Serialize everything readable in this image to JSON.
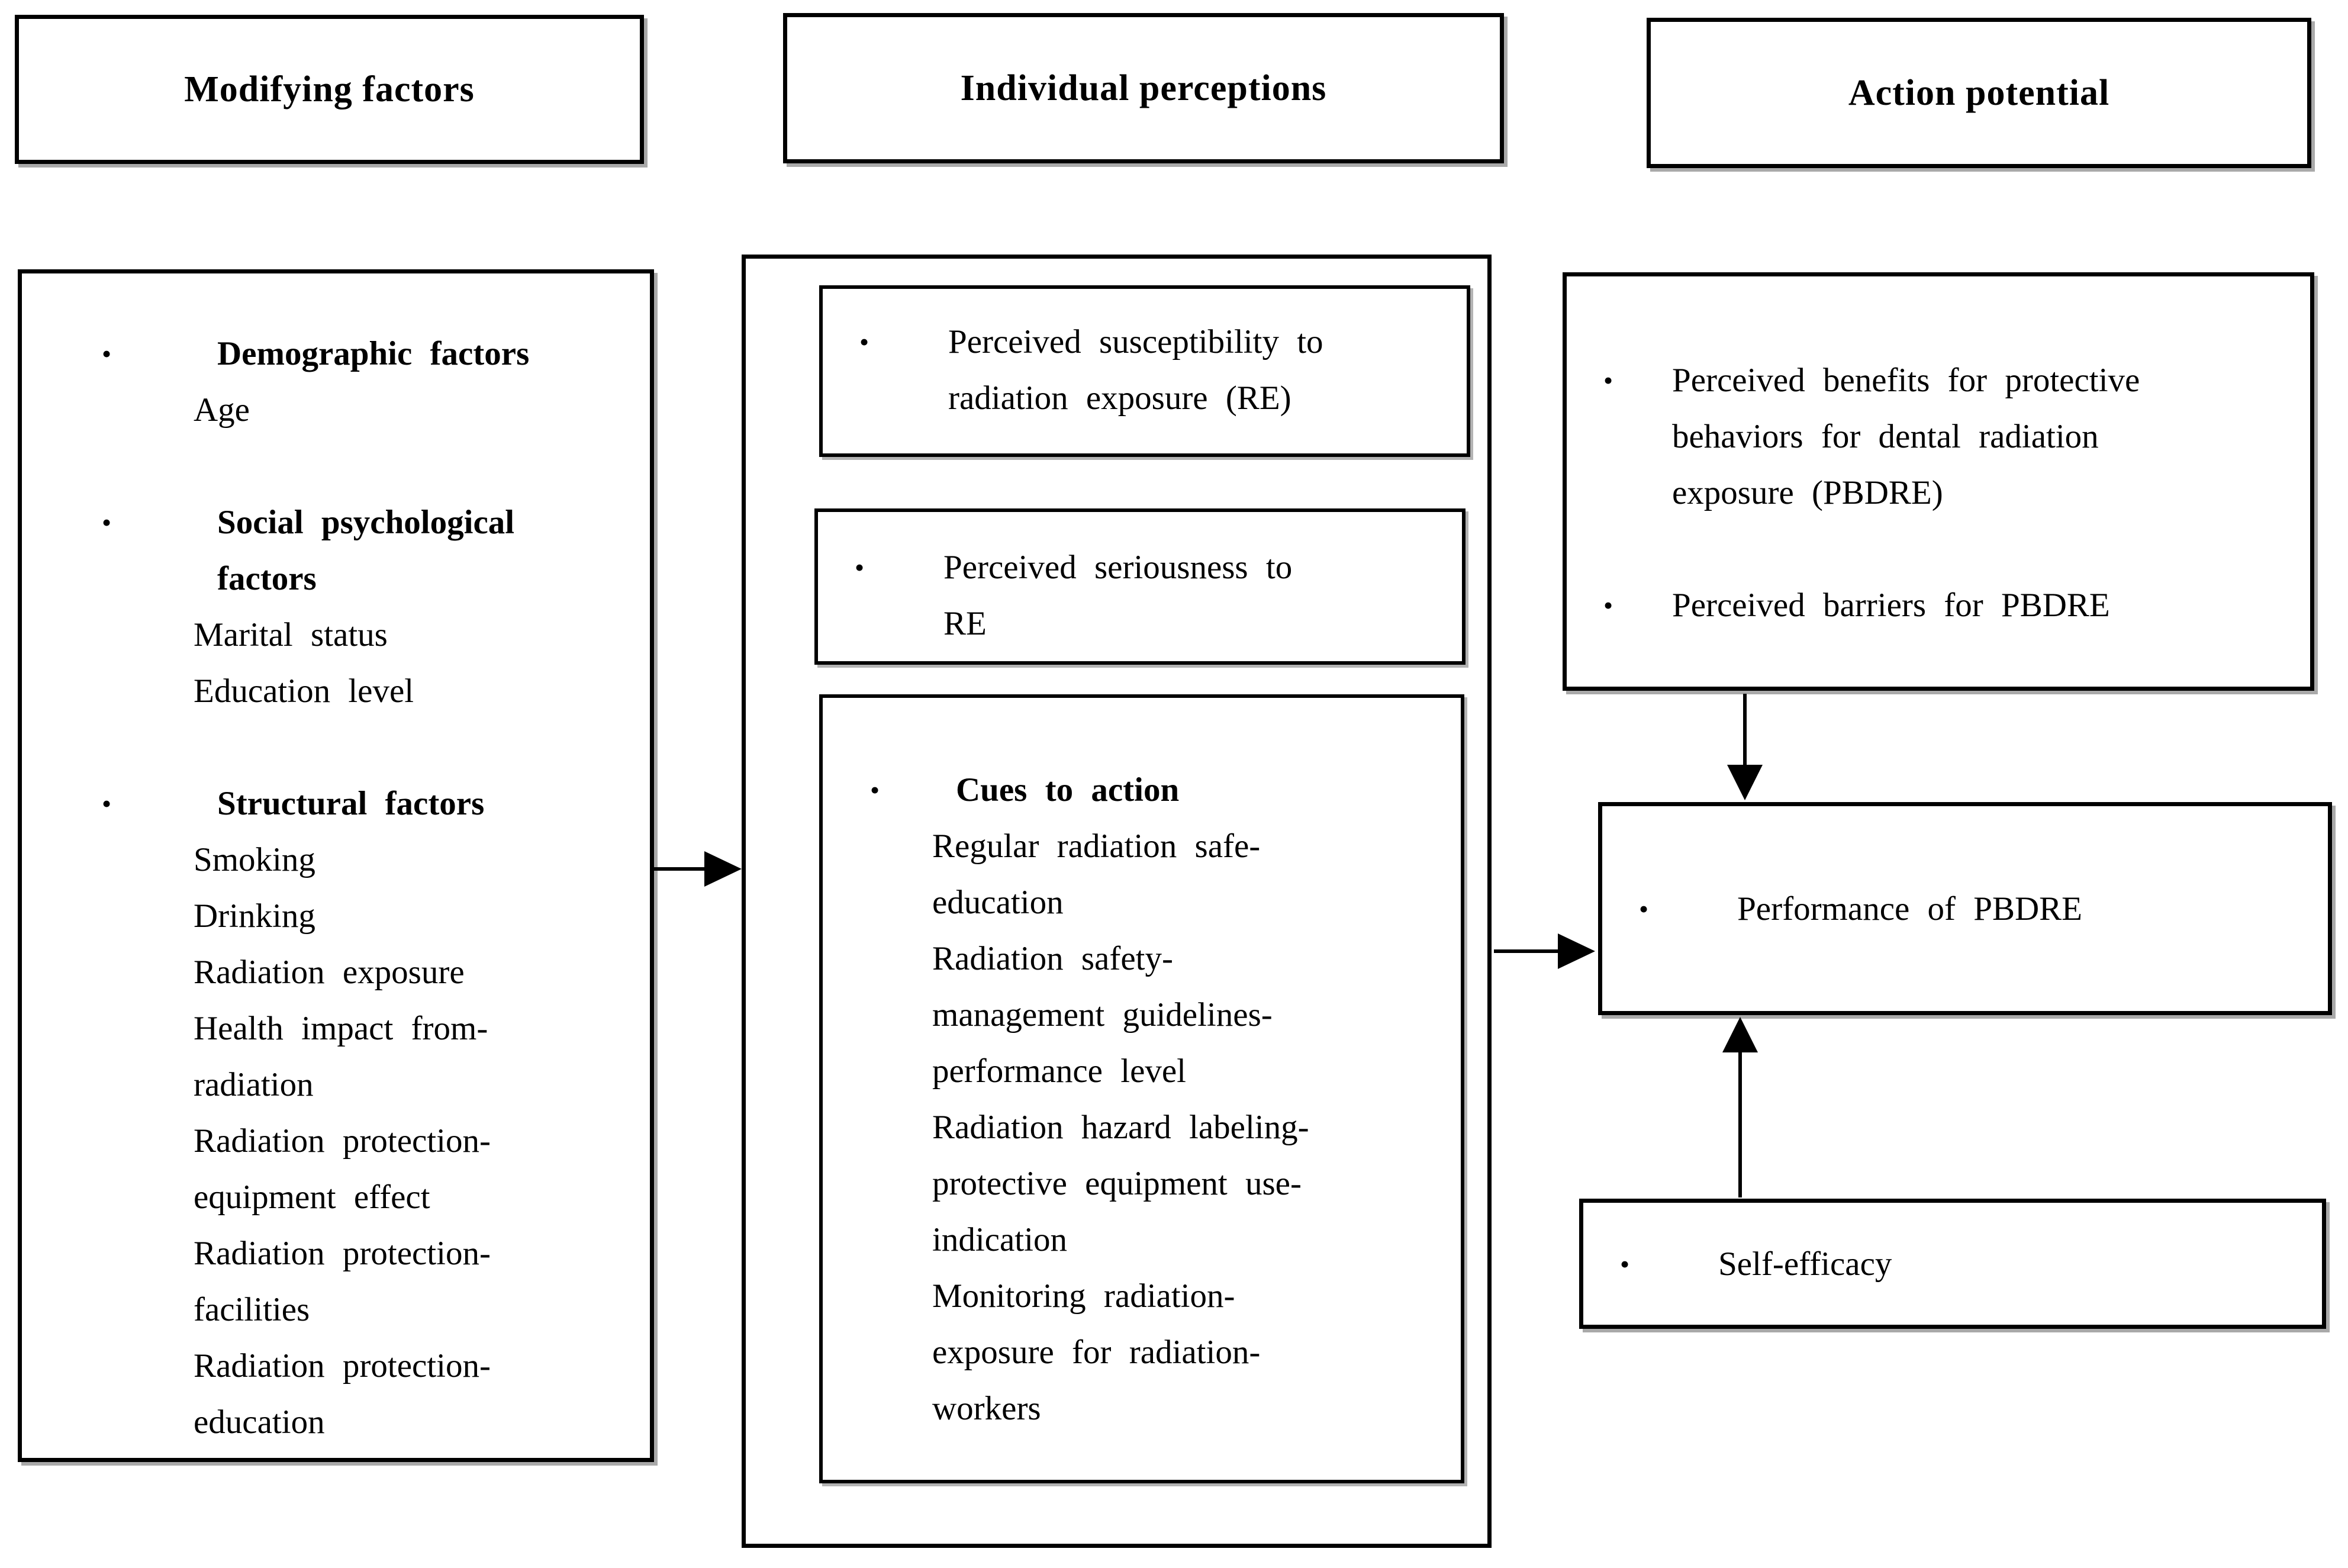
{
  "ui": {
    "bullet_char": "•",
    "background_color": "#ffffff",
    "border_color": "#000000",
    "text_color": "#000000"
  },
  "headers": {
    "modifying_label": "Modifying factors",
    "perceptions_label": "Individual perceptions",
    "action_label": "Action potential"
  },
  "modifying_factors_box": {
    "lines": [
      {
        "text": "Demographic factors",
        "style": "bullet-bold"
      },
      {
        "text": "Age",
        "style": "plain"
      },
      {
        "text": "",
        "style": "blank"
      },
      {
        "text": "Social psychological",
        "style": "bullet-bold"
      },
      {
        "text": "factors",
        "style": "bold-cont"
      },
      {
        "text": "Marital status",
        "style": "plain"
      },
      {
        "text": "Education level",
        "style": "plain"
      },
      {
        "text": "",
        "style": "blank"
      },
      {
        "text": "Structural factors",
        "style": "bullet-bold"
      },
      {
        "text": "Smoking",
        "style": "plain"
      },
      {
        "text": "Drinking",
        "style": "plain"
      },
      {
        "text": "Radiation exposure",
        "style": "plain"
      },
      {
        "text": "Health impact from-",
        "style": "plain"
      },
      {
        "text": "radiation",
        "style": "plain"
      },
      {
        "text": "Radiation protection-",
        "style": "plain"
      },
      {
        "text": "equipment effect",
        "style": "plain"
      },
      {
        "text": "Radiation protection-",
        "style": "plain"
      },
      {
        "text": "facilities",
        "style": "plain"
      },
      {
        "text": "Radiation protection-",
        "style": "plain"
      },
      {
        "text": "education",
        "style": "plain"
      }
    ]
  },
  "individual_perceptions": {
    "susceptibility_box": {
      "lines": [
        {
          "text": "Perceived susceptibility to",
          "style": "bullet"
        },
        {
          "text": "radiation exposure (RE)",
          "style": "cont"
        }
      ]
    },
    "seriousness_box": {
      "lines": [
        {
          "text": "Perceived seriousness to",
          "style": "bullet"
        },
        {
          "text": "RE",
          "style": "cont"
        }
      ]
    },
    "cues_box": {
      "lines": [
        {
          "text": "Cues to action",
          "style": "bullet-bold"
        },
        {
          "text": "Regular radiation safe-",
          "style": "plain"
        },
        {
          "text": "education",
          "style": "plain"
        },
        {
          "text": "Radiation safety-",
          "style": "plain"
        },
        {
          "text": "management guidelines-",
          "style": "plain"
        },
        {
          "text": "performance level",
          "style": "plain"
        },
        {
          "text": "Radiation hazard labeling-",
          "style": "plain"
        },
        {
          "text": "protective equipment use-",
          "style": "plain"
        },
        {
          "text": "indication",
          "style": "plain"
        },
        {
          "text": "Monitoring radiation-",
          "style": "plain"
        },
        {
          "text": "exposure for radiation-",
          "style": "plain"
        },
        {
          "text": "workers",
          "style": "plain"
        }
      ]
    }
  },
  "action_potential": {
    "benefits_barriers_box": {
      "lines": [
        {
          "text": "Perceived benefits for protective",
          "style": "bullet"
        },
        {
          "text": "behaviors for dental radiation",
          "style": "cont"
        },
        {
          "text": "exposure (PBDRE)",
          "style": "cont"
        },
        {
          "text": "",
          "style": "blank"
        },
        {
          "text": "Perceived barriers for PBDRE",
          "style": "bullet"
        }
      ]
    },
    "performance_box": {
      "label": "Performance of PBDRE"
    },
    "self_efficacy_box": {
      "label": "Self-efficacy"
    }
  }
}
